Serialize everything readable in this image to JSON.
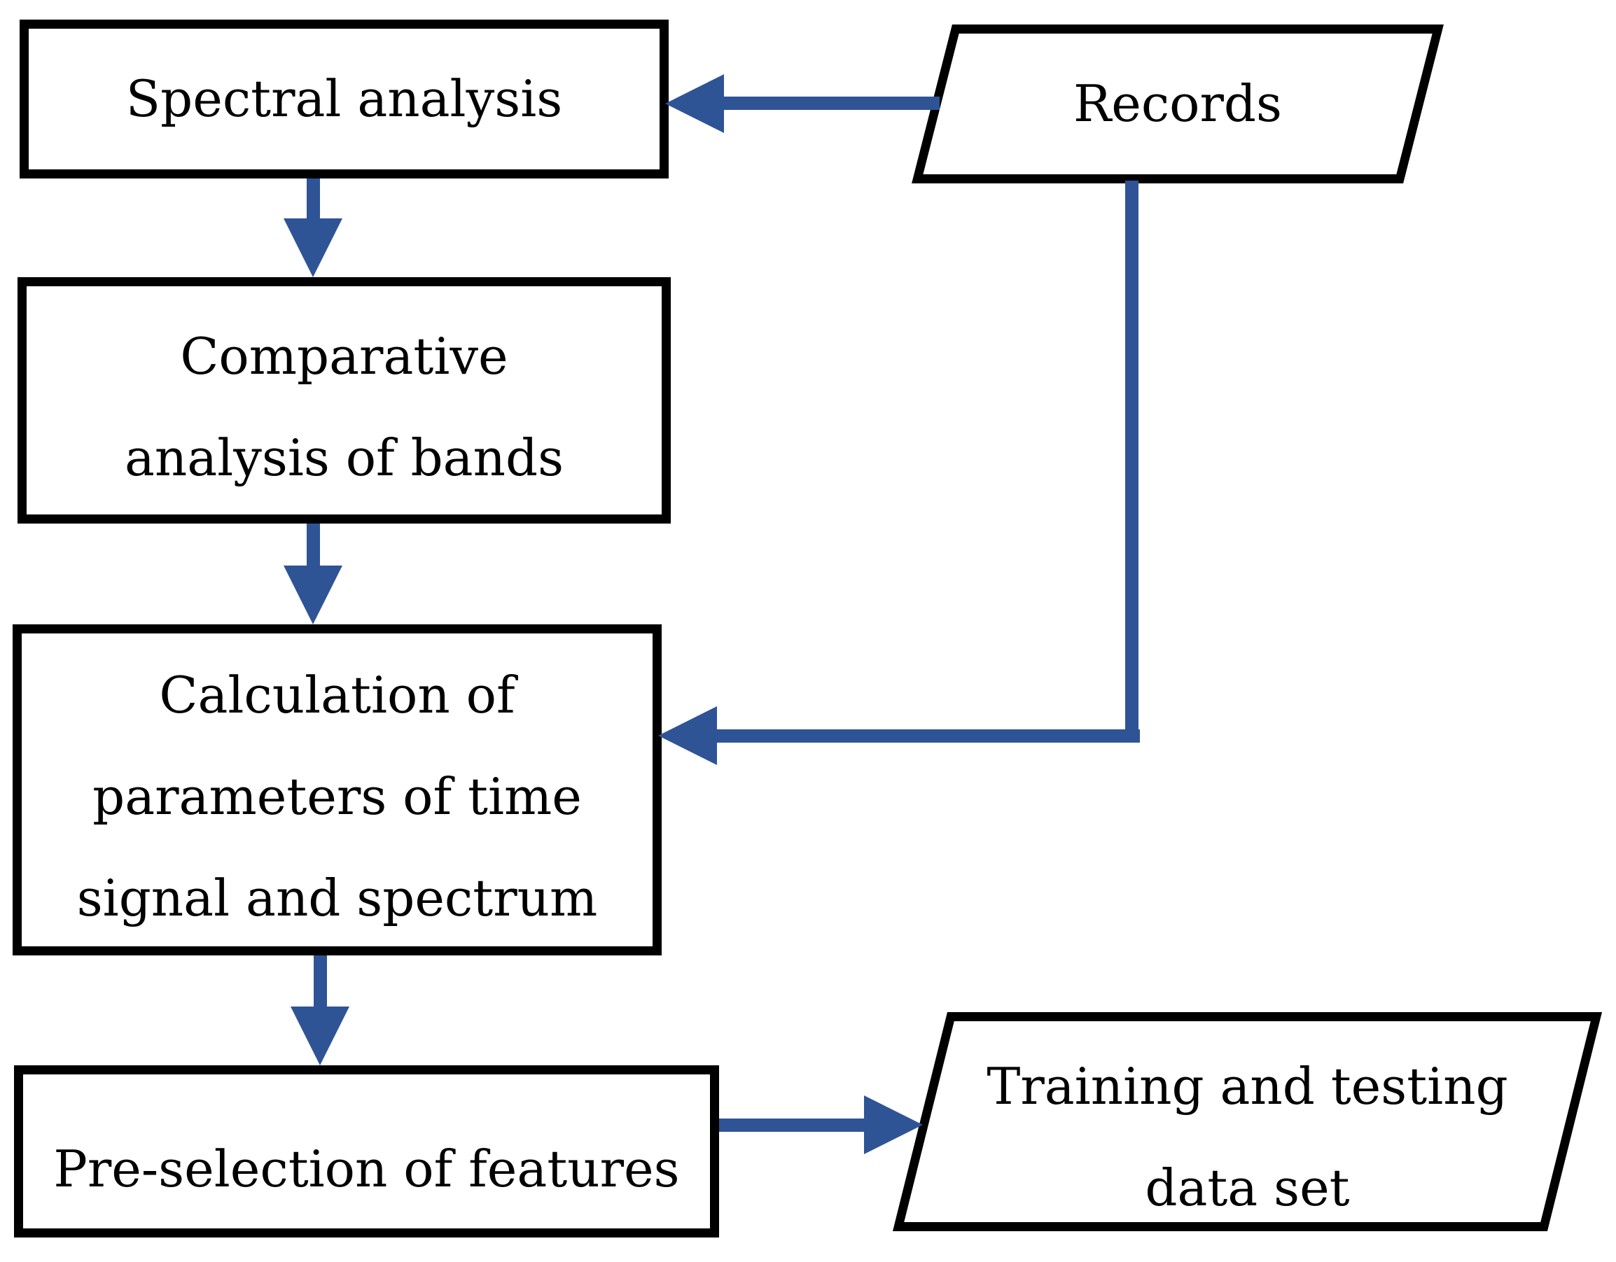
{
  "figure": {
    "kind": "flowchart",
    "description": "Signal feature extraction pipeline flowchart"
  },
  "colors": {
    "arrow": "#2f5496",
    "node_border": "#000000",
    "node_fill": "#ffffff",
    "text": "#000000",
    "background": "#ffffff"
  },
  "nodes": {
    "spectral": {
      "shape": "rectangle",
      "role": "process",
      "lines": [
        "Spectral analysis"
      ]
    },
    "records": {
      "shape": "parallelogram",
      "role": "data",
      "lines": [
        "Records"
      ]
    },
    "comparative": {
      "shape": "rectangle",
      "role": "process",
      "lines": [
        "Comparative",
        "analysis of bands"
      ]
    },
    "calculation": {
      "shape": "rectangle",
      "role": "process",
      "lines": [
        "Calculation of",
        "parameters of time",
        "signal and spectrum"
      ]
    },
    "preselection": {
      "shape": "rectangle",
      "role": "process",
      "lines": [
        "Pre-selection of features"
      ]
    },
    "training": {
      "shape": "parallelogram",
      "role": "data",
      "lines": [
        "Training and testing",
        "data set"
      ]
    }
  },
  "edges": [
    {
      "from": "records",
      "to": "spectral",
      "direction": "left"
    },
    {
      "from": "spectral",
      "to": "comparative",
      "direction": "down"
    },
    {
      "from": "comparative",
      "to": "calculation",
      "direction": "down"
    },
    {
      "from": "records",
      "to": "calculation",
      "direction": "down-then-left"
    },
    {
      "from": "calculation",
      "to": "preselection",
      "direction": "down"
    },
    {
      "from": "preselection",
      "to": "training",
      "direction": "right"
    }
  ]
}
